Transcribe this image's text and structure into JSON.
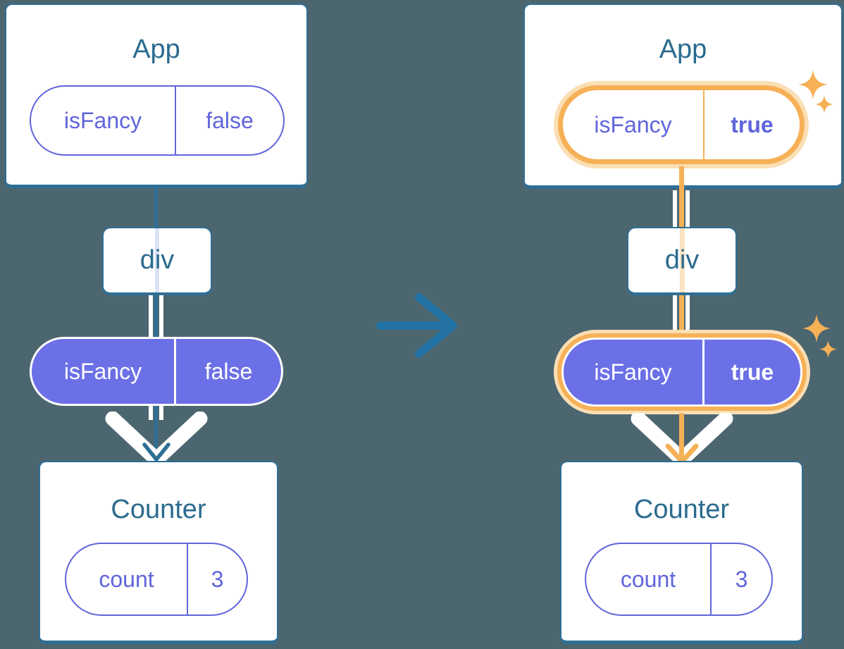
{
  "canvas": {
    "background": "#4C6670"
  },
  "palette": {
    "card_border_teal": "#2E6F96",
    "title_teal": "#2B6B8F",
    "transition_arrow_blue": "#2272A5",
    "purple_text": "#6065DB",
    "purple_fill": "#6C70E6",
    "highlight_orange": "#F6B056",
    "highlight_orange_pale": "#FBDFB4",
    "trace_lavender": "#DCE2F6",
    "trace_pale_orange": "#FBE4C0"
  },
  "before": {
    "app": {
      "title": "App",
      "prop_name": "isFancy",
      "prop_value": "false"
    },
    "div_box": {
      "label": "div"
    },
    "passed_prop": {
      "name": "isFancy",
      "value": "false"
    },
    "counter": {
      "title": "Counter",
      "state_name": "count",
      "state_value": "3"
    }
  },
  "after": {
    "app": {
      "title": "App",
      "prop_name": "isFancy",
      "prop_value": "true"
    },
    "div_box": {
      "label": "div"
    },
    "passed_prop": {
      "name": "isFancy",
      "value": "true"
    },
    "counter": {
      "title": "Counter",
      "state_name": "count",
      "state_value": "3"
    }
  },
  "icons": {
    "transition_arrow": "right-arrow",
    "sparkle": "four-pointed-star",
    "flow_arrowhead": "chevron-down"
  }
}
